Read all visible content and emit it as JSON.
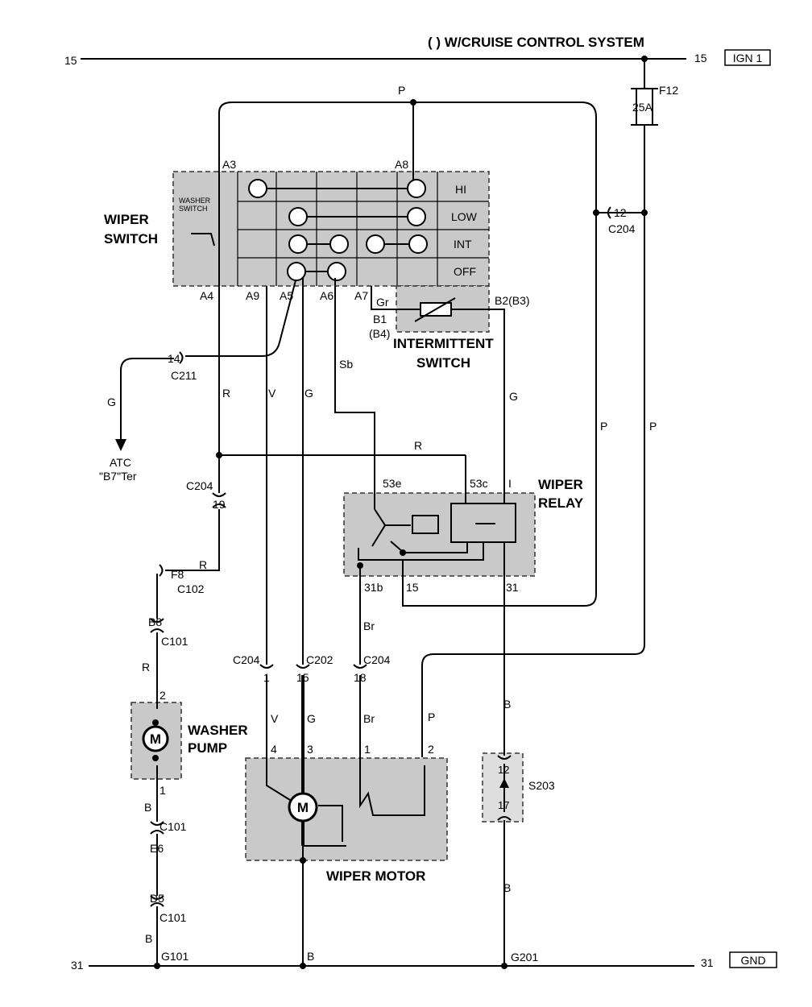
{
  "title": "( ) W/CRUISE CONTROL SYSTEM",
  "rails": {
    "top_left": "15",
    "top_right": "15",
    "top_tag": "IGN 1",
    "bottom_left": "31",
    "bottom_right": "31",
    "bottom_tag": "GND"
  },
  "fuse": {
    "name": "F12",
    "rating": "25A"
  },
  "components": {
    "wiper_switch_1": "WIPER",
    "wiper_switch_2": "SWITCH",
    "washer_switch_1": "WASHER",
    "washer_switch_2": "SWITCH",
    "intermittent_1": "INTERMITTENT",
    "intermittent_2": "SWITCH",
    "wiper_relay_1": "WIPER",
    "wiper_relay_2": "RELAY",
    "washer_pump_1": "WASHER",
    "washer_pump_2": "PUMP",
    "wiper_motor": "WIPER MOTOR",
    "motor_symbol": "M",
    "splice": "S203"
  },
  "switch_positions": [
    "HI",
    "LOW",
    "INT",
    "OFF"
  ],
  "terminals": {
    "a3": "A3",
    "a8": "A8",
    "a4": "A4",
    "a9": "A9",
    "a5": "A5",
    "a6": "A6",
    "a7": "A7",
    "b1": "B1",
    "b4": "(B4)",
    "b2": "B2(B3)",
    "t53e": "53e",
    "t53c": "53c",
    "ti": "I",
    "t31b": "31b",
    "t15": "15",
    "t31": "31",
    "m4": "4",
    "m3": "3",
    "m1": "1",
    "m2": "2",
    "p2": "2",
    "p1": "1",
    "s12": "12",
    "s17": "17"
  },
  "connectors": {
    "c204_12": "12",
    "c204_12_name": "C204",
    "c211_14": "14",
    "c211_name": "C211",
    "c204_19_name": "C204",
    "c204_19": "19",
    "f8": "F8",
    "c102": "C102",
    "b8": "B8",
    "c101_a": "C101",
    "c204_1_name": "C204",
    "c204_1": "1",
    "c202_name": "C202",
    "c202_15": "15",
    "c204_18_name": "C204",
    "c204_18": "18",
    "c101_b": "C101",
    "e6": "E6",
    "d5": "D5",
    "c101_c": "C101",
    "g101": "G101",
    "g201": "G201"
  },
  "wire_colors": {
    "p_top": "P",
    "p_right1": "P",
    "p_right2": "P",
    "p_motor": "P",
    "gr": "Gr",
    "g_atc": "G",
    "r_sw": "R",
    "v_sw": "V",
    "g_sw": "G",
    "sb": "Sb",
    "g_relay": "G",
    "r_relay": "R",
    "r_f8": "R",
    "r_pump": "R",
    "v_motor": "V",
    "g_motor": "G",
    "br_relay": "Br",
    "br_motor": "Br",
    "b_pump": "B",
    "b_g101": "B",
    "b_gnd": "B",
    "b_s203_top": "B",
    "b_s203_bot": "B"
  },
  "atc_1": "ATC",
  "atc_2": "\"B7\"Ter"
}
